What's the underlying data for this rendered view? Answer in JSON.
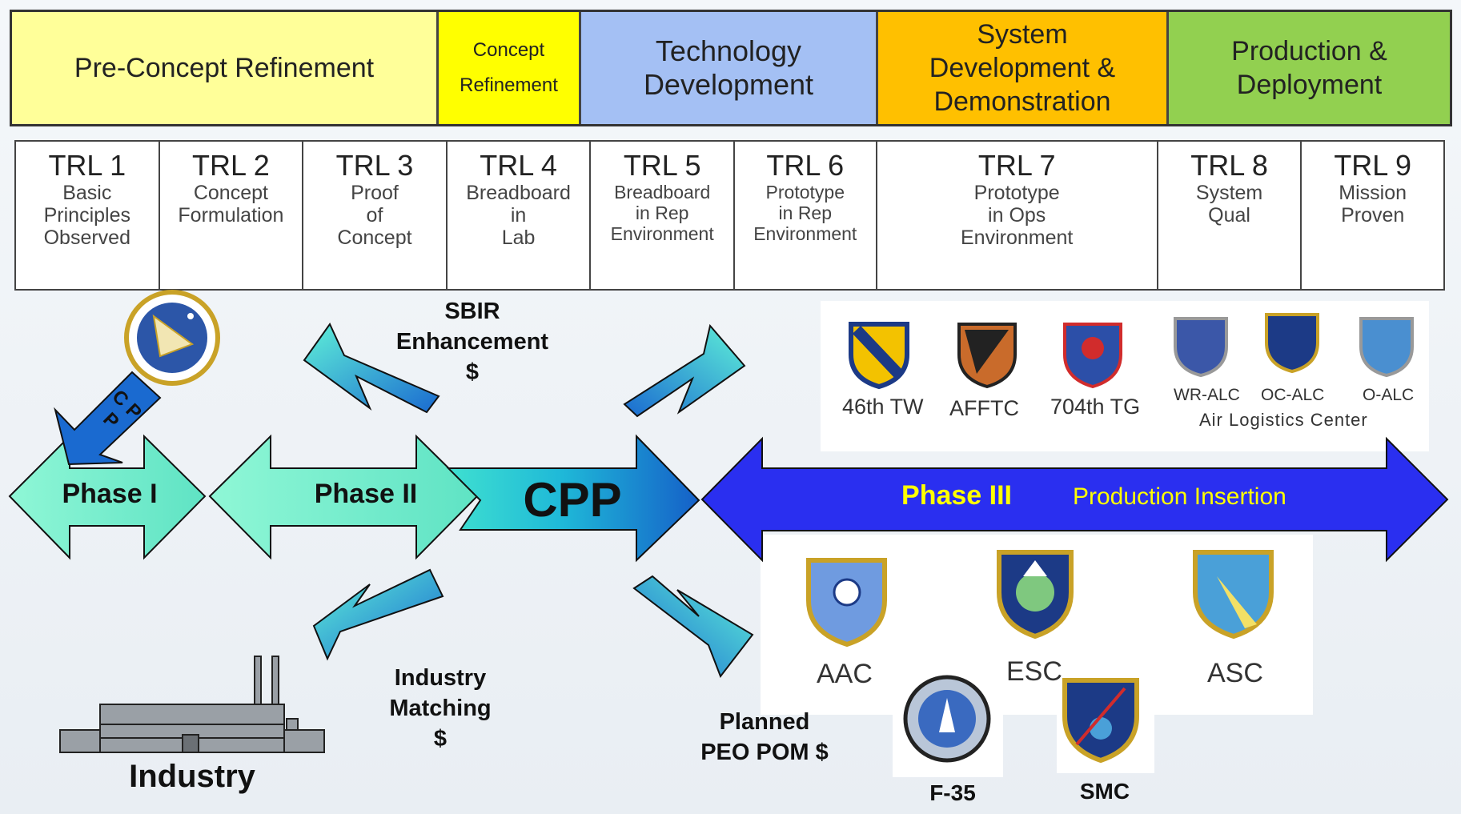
{
  "phases": [
    {
      "label": "Pre-Concept Refinement",
      "color": "#ffff99"
    },
    {
      "label": "Concept\nRefinement",
      "color": "#ffff00"
    },
    {
      "label": "Technology\nDevelopment",
      "color": "#a4c0f4"
    },
    {
      "label": "System\nDevelopment &\nDemonstration",
      "color": "#ffc000"
    },
    {
      "label": "Production &\nDeployment",
      "color": "#92d050"
    }
  ],
  "trls": [
    {
      "title": "TRL 1",
      "desc": "Basic\nPrinciples\nObserved"
    },
    {
      "title": "TRL 2",
      "desc": "Concept\nFormulation"
    },
    {
      "title": "TRL 3",
      "desc": "Proof\nof\nConcept"
    },
    {
      "title": "TRL 4",
      "desc": "Breadboard\nin\nLab"
    },
    {
      "title": "TRL 5",
      "desc": "Breadboard\nin Rep\nEnvironment"
    },
    {
      "title": "TRL 6",
      "desc": "Prototype\nin Rep\nEnvironment"
    },
    {
      "title": "TRL 7",
      "desc": "Prototype\nin Ops\nEnvironment"
    },
    {
      "title": "TRL 8",
      "desc": "System\nQual"
    },
    {
      "title": "TRL 9",
      "desc": "Mission\nProven"
    }
  ],
  "flow": {
    "phase1": "Phase I",
    "phase2": "Phase II",
    "cpp": "CPP",
    "phase3": "Phase III",
    "production_insertion": "Production Insertion",
    "cpp_vertical": "C P P",
    "sbir": "SBIR\nEnhancement\n$",
    "industry_matching": "Industry\nMatching\n$",
    "planned_pom": "Planned\nPEO POM $",
    "industry": "Industry"
  },
  "test_centers": {
    "tw46": "46th TW",
    "afftc": "AFFTC",
    "tg704": "704th TG",
    "wr_alc": "WR-ALC",
    "oc_alc": "OC-ALC",
    "o_alc": "O-ALC",
    "alc_label": "Air Logistics Center"
  },
  "product_centers": {
    "aac": "AAC",
    "esc": "ESC",
    "asc": "ASC",
    "f35": "F-35",
    "smc": "SMC"
  },
  "colors": {
    "phase3": "#2a2ff0",
    "phase3_text": "#ffff00",
    "arrow_light": "#7ff5d0",
    "cpp_blue": "#1a7fd8"
  }
}
